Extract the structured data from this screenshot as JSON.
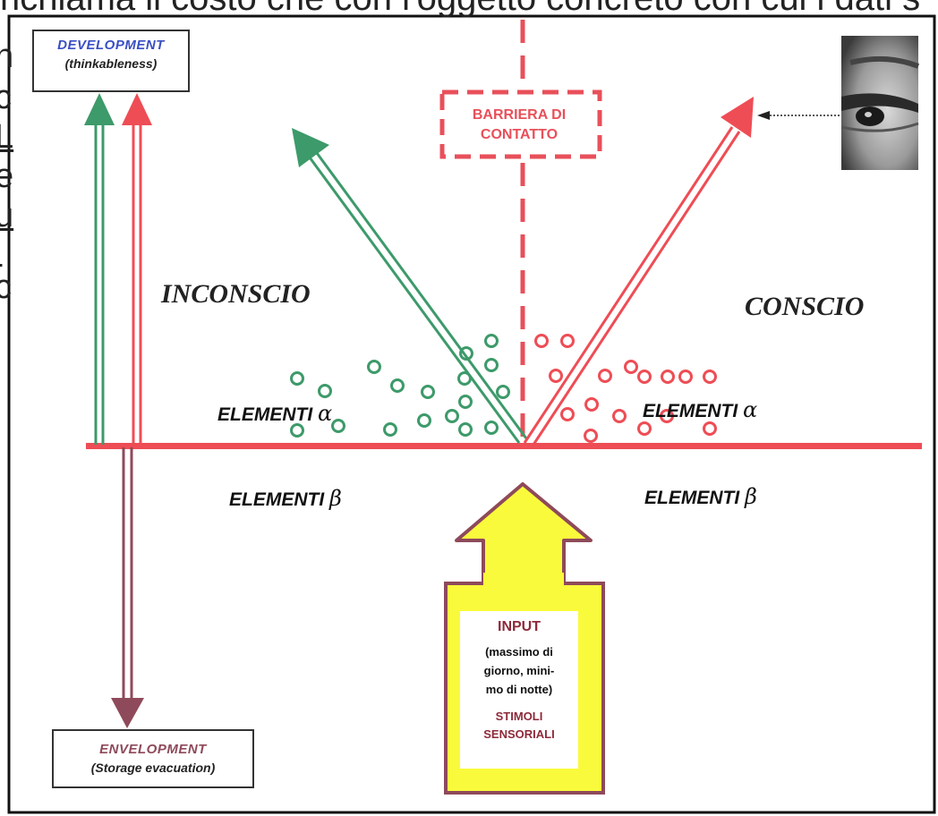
{
  "background_text": {
    "top_line": "richiama il costo che con l'oggetto concreto con cui i dati s",
    "left_chars": [
      "n",
      "c",
      "L",
      "e",
      "u",
      "l",
      "c"
    ]
  },
  "boxes": {
    "development": {
      "title": "DEVELOPMENT",
      "subtitle": "(thinkableness)"
    },
    "envelopment": {
      "title": "ENVELOPMENT",
      "subtitle": "(Storage evacuation)"
    }
  },
  "barrier": {
    "line1": "BARRIERA DI",
    "line2": "CONTATTO"
  },
  "regions": {
    "left": "INCONSCIO",
    "right": "CONSCIO"
  },
  "elements": {
    "alpha_left": "ELEMENTI",
    "alpha_right": "ELEMENTI",
    "alpha_symbol": "α",
    "beta_left": "ELEMENTI",
    "beta_right": "ELEMENTI",
    "beta_symbol": "β"
  },
  "input": {
    "title": "INPUT",
    "desc_lines": [
      "(massimo di",
      "giorno, mini-",
      "mo di notte)"
    ],
    "stim_lines": [
      "STIMOLI",
      "SENSORIALI"
    ]
  },
  "colors": {
    "red": "#ee4d55",
    "green": "#3d9a6a",
    "mauve": "#8e4a5a",
    "yellow": "#fafa3c",
    "blue": "#3a4fc4",
    "barrier": "#e8505a"
  },
  "icons": {
    "eye": "eye-photo"
  }
}
